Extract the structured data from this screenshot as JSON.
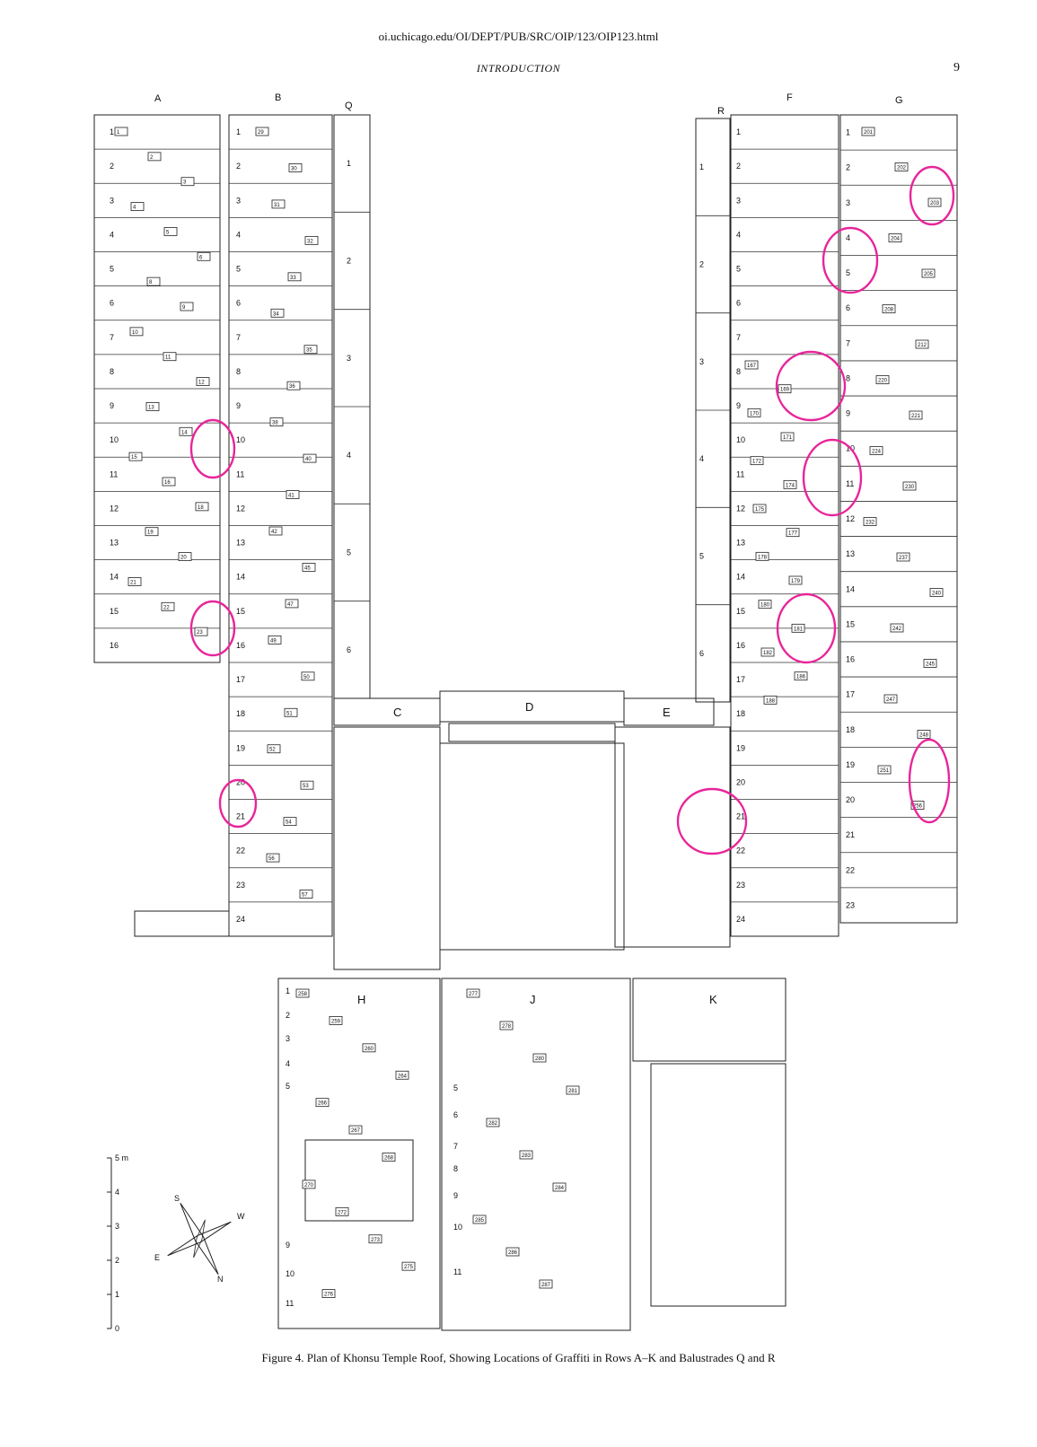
{
  "header": {
    "url": "oi.uchicago.edu/OI/DEPT/PUB/SRC/OIP/123/OIP123.html",
    "running_head": "INTRODUCTION",
    "page_number": "9"
  },
  "figure": {
    "caption": "Figure 4. Plan of Khonsu Temple Roof, Showing Locations of Graffiti in Rows A–K and Balustrades Q and R",
    "column_labels": [
      "A",
      "B",
      "Q",
      "R",
      "F",
      "G"
    ],
    "block_labels": [
      "C",
      "D",
      "E",
      "H",
      "J",
      "K"
    ],
    "rows": {
      "A": [
        "1",
        "2",
        "3",
        "4",
        "5",
        "6",
        "7",
        "8",
        "9",
        "10",
        "11",
        "12",
        "13",
        "14",
        "15",
        "16"
      ],
      "B": [
        "1",
        "2",
        "3",
        "4",
        "5",
        "6",
        "7",
        "8",
        "9",
        "10",
        "11",
        "12",
        "13",
        "14",
        "15",
        "16",
        "17",
        "18",
        "19",
        "20",
        "21",
        "22",
        "23",
        "24"
      ],
      "F": [
        "1",
        "2",
        "3",
        "4",
        "5",
        "6",
        "7",
        "8",
        "9",
        "10",
        "11",
        "12",
        "13",
        "14",
        "15",
        "16",
        "17",
        "18",
        "19",
        "20",
        "21",
        "22",
        "23",
        "24"
      ],
      "G": [
        "1",
        "2",
        "3",
        "4",
        "5",
        "6",
        "7",
        "8",
        "9",
        "10",
        "11",
        "12",
        "13",
        "14",
        "15",
        "16",
        "17",
        "18",
        "19",
        "20",
        "21",
        "22",
        "23"
      ],
      "Q": [
        "1",
        "2",
        "3",
        "4",
        "5",
        "6"
      ],
      "R": [
        "1",
        "2",
        "3",
        "4",
        "5",
        "6"
      ],
      "H": [
        "1",
        "2",
        "3",
        "4",
        "5",
        "9",
        "10",
        "11"
      ],
      "J": [
        "5",
        "6",
        "7",
        "8",
        "9",
        "10",
        "11"
      ]
    },
    "graffiti_numbers": {
      "A": [
        "1",
        "2",
        "3",
        "4",
        "5",
        "6",
        "8",
        "9",
        "10",
        "11",
        "12",
        "13",
        "14",
        "15",
        "16",
        "18",
        "19",
        "20",
        "21",
        "22",
        "23"
      ],
      "B": [
        "29",
        "30",
        "31",
        "32",
        "33",
        "34",
        "35",
        "36",
        "38",
        "40",
        "41",
        "42",
        "45",
        "47",
        "49",
        "50",
        "51",
        "52",
        "53",
        "54",
        "56",
        "57"
      ],
      "F": [
        "167",
        "169",
        "170",
        "171",
        "172",
        "174",
        "175",
        "177",
        "178",
        "179",
        "180",
        "181",
        "182",
        "186",
        "188"
      ],
      "G": [
        "201",
        "202",
        "203",
        "204",
        "205",
        "208",
        "212",
        "220",
        "221",
        "224",
        "230",
        "232",
        "237",
        "240",
        "242",
        "245",
        "247",
        "248",
        "251",
        "256"
      ],
      "H": [
        "258",
        "259",
        "260",
        "264",
        "266",
        "267",
        "268",
        "270",
        "272",
        "273",
        "275",
        "276"
      ],
      "J": [
        "277",
        "278",
        "280",
        "281",
        "282",
        "283",
        "284",
        "285",
        "286",
        "287"
      ]
    },
    "scale": {
      "unit_label": "5 m",
      "ticks": [
        "5 m",
        "4",
        "3",
        "2",
        "1",
        "0"
      ]
    },
    "north_arrow": {
      "S": "S",
      "W": "W",
      "E": "E",
      "N": "N"
    },
    "annotation_color": "#e8259a"
  }
}
